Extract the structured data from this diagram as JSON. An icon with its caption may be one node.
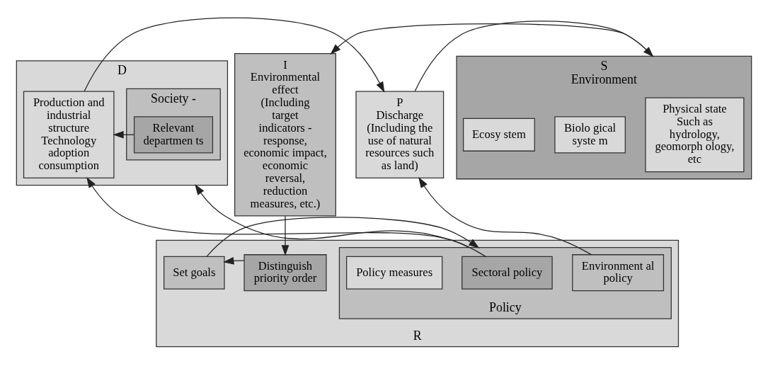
{
  "diagram": {
    "nodes": [
      {
        "text": [
          "D"
        ]
      },
      {
        "text": [
          "Society -"
        ],
        "in": 0
      },
      {
        "text": [
          "Relevant departmen ts"
        ],
        "in": 1
      },
      {
        "text": [
          "Production and industrial structure Technology adoption consumption"
        ],
        "in": 0
      },
      {
        "text": [
          "P",
          "Discharge (Including the use of natural resources such as land)"
        ]
      },
      {
        "text": [
          "S",
          "Environment"
        ]
      },
      {
        "text": [
          "Physical state Such as hydrology, geomorph ology, etc"
        ],
        "in": 5
      },
      {
        "text": [
          "Biolo gical syste m"
        ],
        "in": 5
      },
      {
        "text": [
          "Ecosy stem"
        ],
        "in": 5
      },
      {
        "text": [
          "I",
          "Environmental effect (Including target indicators - response, economic impact, economic reversal, reduction measures, etc.)"
        ]
      },
      {
        "text": [
          "R"
        ]
      },
      {
        "text": [
          "Policy"
        ],
        "in": 10
      },
      {
        "text": [
          "Sectoral policy"
        ],
        "in": 11
      },
      {
        "text": [
          "Environment al policy"
        ],
        "in": 11
      },
      {
        "text": [
          "Policy measures"
        ],
        "in": 11
      },
      {
        "text": [
          "Set goals"
        ],
        "in": 10
      },
      {
        "text": [
          "Distinguish priority order"
        ],
        "in": 10
      }
    ],
    "edges": [
      {
        "from": 2,
        "to": 3,
        "arrow": "to"
      },
      {
        "from": 3,
        "to": 4,
        "arrow": "to"
      },
      {
        "from": 4,
        "to": 5,
        "arrow": "to"
      },
      {
        "from": 5,
        "to": 9,
        "arrow": "to"
      },
      {
        "from": 9,
        "to": 16,
        "arrow": "to"
      },
      {
        "from": 16,
        "to": 15,
        "arrow": "to"
      },
      {
        "from": 15,
        "to": 11,
        "arrow": "to"
      },
      {
        "from": 11,
        "to": 0,
        "arrow": "to"
      },
      {
        "from": 12,
        "to": 3,
        "arrow": "to"
      },
      {
        "from": 13,
        "to": 4,
        "arrow": "to"
      }
    ]
  }
}
